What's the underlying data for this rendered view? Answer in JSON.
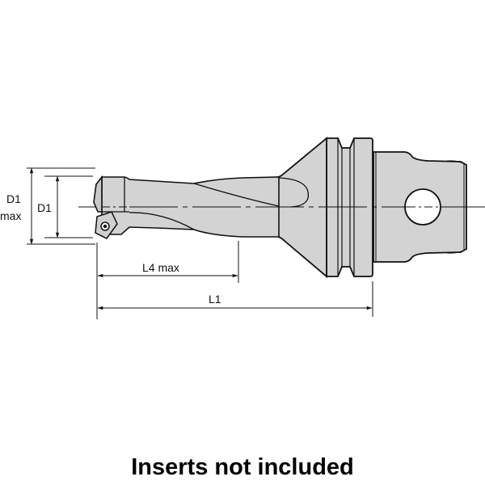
{
  "diagram": {
    "type": "technical-drawing",
    "subject": "indexable drill with tapered shank holder",
    "colors": {
      "body_fill": "#d3d3d3",
      "outline": "#111111",
      "background": "#ffffff"
    },
    "dimensions": {
      "d1_max": {
        "line1": "D1",
        "line2": "max"
      },
      "d1": {
        "label": "D1"
      },
      "l4_max": {
        "label": "L4 max"
      },
      "l1": {
        "label": "L1"
      }
    }
  },
  "caption": "Inserts not included"
}
